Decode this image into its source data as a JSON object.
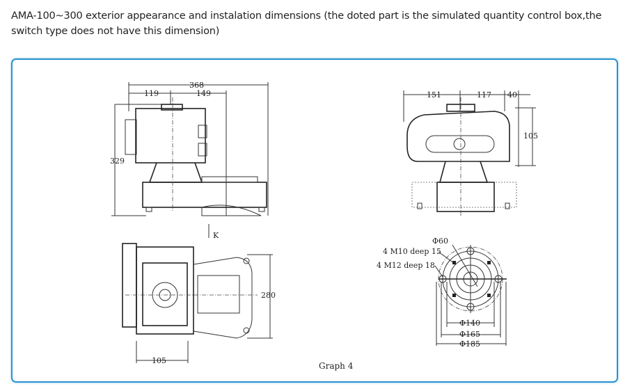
{
  "document": {
    "title": "AMA-100~300 exterior appearance and instalation dimensions (the doted part is the simulated quantity control box,the switch type does not have this dimension)"
  },
  "drawing": {
    "caption": "Graph 4",
    "front_view": {
      "overall_width": "368",
      "left_width": "119",
      "right_width": "149",
      "height": "329",
      "view_marker": "K"
    },
    "side_view": {
      "dim_a": "151",
      "dim_b": "117",
      "dim_c": "40",
      "height": "105"
    },
    "top_view": {
      "depth": "280",
      "width": "105"
    },
    "flange_view": {
      "bore": "Φ60",
      "holes_inner": "4 M10 deep 15",
      "holes_outer": "4 M12 deep 18",
      "pcd_1": "Φ140",
      "pcd_2": "Φ165",
      "pcd_3": "Φ185"
    }
  }
}
